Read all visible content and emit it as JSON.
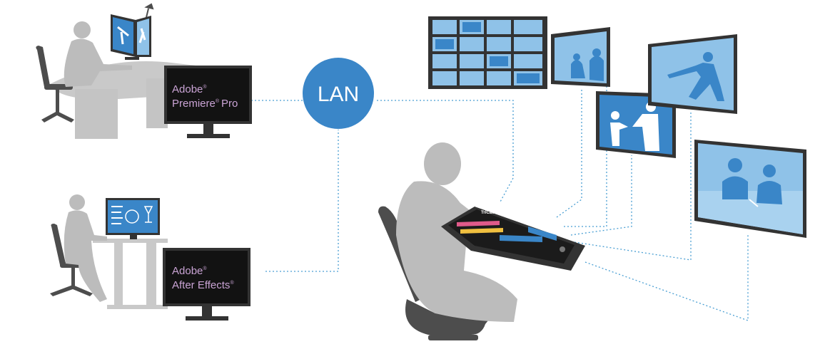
{
  "hub": {
    "label": "LAN"
  },
  "editors": [
    {
      "product_line1": "Adobe",
      "product_line2": "Premiere",
      "product_line3": "Pro",
      "mark": "®"
    },
    {
      "product_line1": "Adobe",
      "product_line2": "After Effects",
      "mark": "®"
    }
  ],
  "switcher": {
    "brand": "TriCaster"
  },
  "colors": {
    "figure_gray": "#bcbcbc",
    "figure_dark": "#4d4d4d",
    "accent_blue": "#3a86c8",
    "screen_light": "#8fc2e8",
    "monitor_dark": "#333333"
  },
  "icons": [
    "chair-icon",
    "desk-icon",
    "person-icon",
    "monitor-icon",
    "control-surface-icon",
    "display-screen-icon"
  ]
}
